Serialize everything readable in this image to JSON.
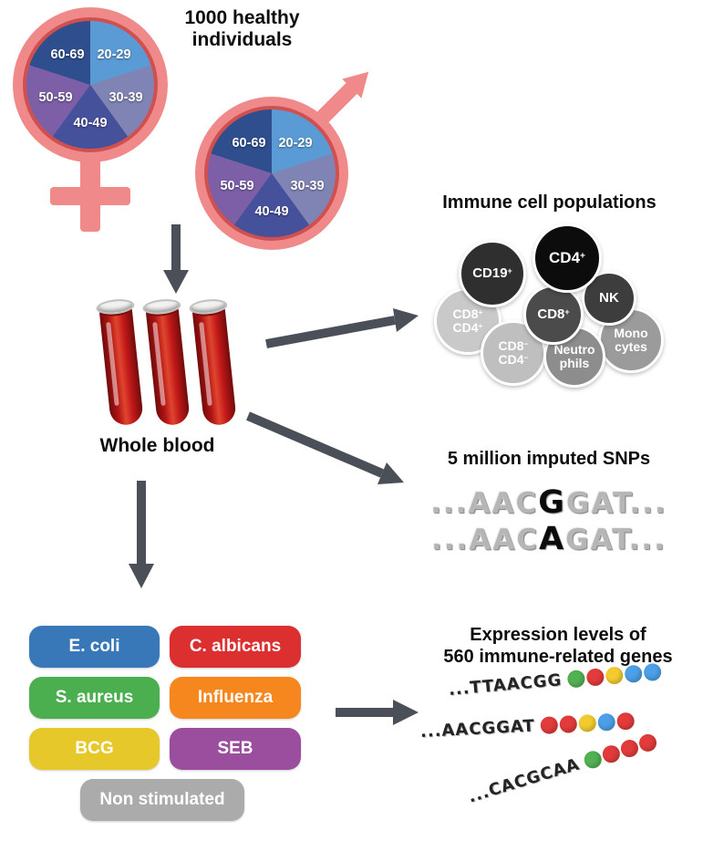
{
  "palette": {
    "symbol_pink": "#F08A8A",
    "pie_ring": "#D05050",
    "arrow_gray": "#4A4F58",
    "blood_red": "#B51616"
  },
  "cohort": {
    "title_line1": "1000 healthy",
    "title_line2": "individuals",
    "age_groups": [
      "20-29",
      "30-39",
      "40-49",
      "50-59",
      "60-69"
    ],
    "pie_colors": [
      "#5B9BD5",
      "#8084B4",
      "#46519B",
      "#7D5FA8",
      "#2E4E8E"
    ]
  },
  "blood": {
    "label": "Whole blood"
  },
  "immune": {
    "title": "Immune cell populations",
    "cells": {
      "cd4": {
        "base": "CD4",
        "sup": "+",
        "color": "#0C0C0C"
      },
      "cd19": {
        "base": "CD19",
        "sup": "+",
        "color": "#2F2F2F"
      },
      "nk": {
        "base": "NK",
        "color": "#3D3D3D"
      },
      "cd8": {
        "base": "CD8",
        "sup": "+",
        "color": "#4B4B4B"
      },
      "cd8cd4_pos": {
        "l1base": "CD8",
        "l1sup": "+",
        "l2base": "CD4",
        "l2sup": "+",
        "color": "#C9C9C9"
      },
      "cd8cd4_neg": {
        "l1base": "CD8",
        "l1sup": "−",
        "l2base": "CD4",
        "l2sup": "−",
        "color": "#BFBFBF"
      },
      "neutrophils": {
        "l1": "Neutro",
        "l2": "phils",
        "color": "#8D8D8D"
      },
      "monocytes": {
        "l1": "Mono",
        "l2": "cytes",
        "color": "#9B9B9B"
      }
    }
  },
  "snps": {
    "title": "5 million imputed SNPs",
    "sequences": [
      {
        "prefix": "...AAC",
        "variant": "G",
        "suffix": "GAT..."
      },
      {
        "prefix": "...AAC",
        "variant": "A",
        "suffix": "GAT..."
      }
    ]
  },
  "stimuli": {
    "items": [
      {
        "label": "E. coli",
        "color": "#3878B8"
      },
      {
        "label": "C. albicans",
        "color": "#DC3030"
      },
      {
        "label": "S. aureus",
        "color": "#4BAE4F"
      },
      {
        "label": "Influenza",
        "color": "#F6871F"
      },
      {
        "label": "BCG",
        "color": "#E7C82A"
      },
      {
        "label": "SEB",
        "color": "#9C4E9E"
      },
      {
        "label": "Non stimulated",
        "color": "#ABABAB"
      }
    ]
  },
  "expression": {
    "title_line1": "Expression levels of",
    "title_line2": "560 immune-related genes",
    "probes": [
      {
        "sequence": "...TTAACGG",
        "beads": [
          "#52B153",
          "#E23B3B",
          "#F2CC2F",
          "#4D9FE8",
          "#4D9FE8"
        ]
      },
      {
        "sequence": "...AACGGAT",
        "beads": [
          "#E23B3B",
          "#E23B3B",
          "#F2CC2F",
          "#4D9FE8",
          "#E23B3B"
        ]
      },
      {
        "sequence": "...CACGCAA",
        "beads": [
          "#52B153",
          "#E23B3B",
          "#E23B3B",
          "#E23B3B"
        ]
      }
    ]
  }
}
